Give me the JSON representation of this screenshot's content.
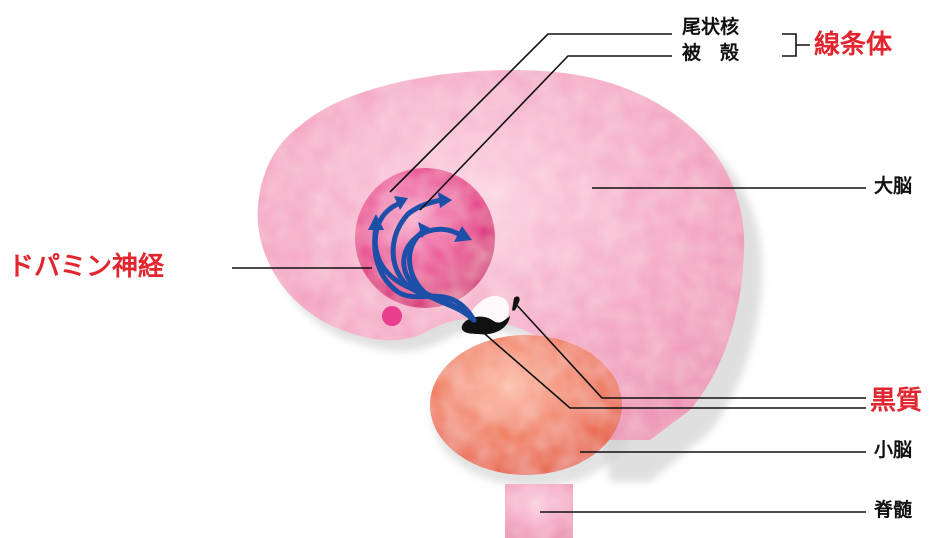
{
  "labels": {
    "caudate": "尾状核",
    "putamen": "被　殻",
    "striatum": "線条体",
    "cerebrum": "大脳",
    "dopamine_neuron": "ドパミン神経",
    "substantia_nigra": "黒質",
    "cerebellum": "小脳",
    "spinal_cord": "脊髄"
  },
  "colors": {
    "accent_red": "#e2262f",
    "label_black": "#111111",
    "cerebrum_pink": "#f4a6c3",
    "striatum_magenta": "#e83e8c",
    "cerebellum_orange": "#f07a5c",
    "dopamine_blue": "#1d4fa8",
    "nigra_black": "#111111"
  }
}
